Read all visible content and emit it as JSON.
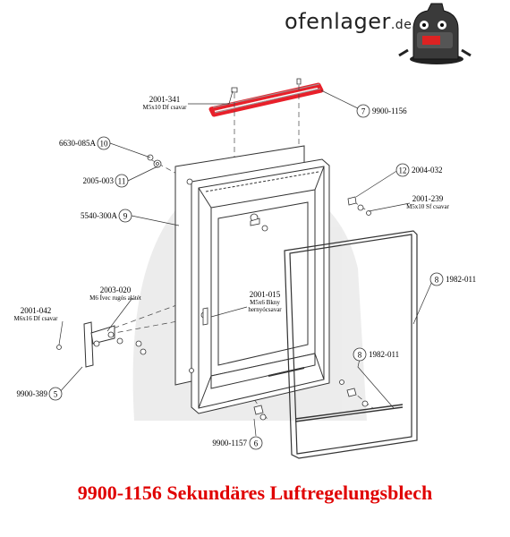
{
  "brand": {
    "name": "ofenlager",
    "tld": ".de"
  },
  "caption": "9900-1156 Sekundäres Luftregelungsblech",
  "colors": {
    "highlight": "#e8202a",
    "caption": "#e00000",
    "line": "#333333"
  },
  "callouts": [
    {
      "id": "c7",
      "number": "7",
      "code": "9900-1156"
    },
    {
      "id": "c10",
      "number": "10",
      "code": "6630-085A"
    },
    {
      "id": "c11",
      "number": "11",
      "code": "2005-003"
    },
    {
      "id": "c9",
      "number": "9",
      "code": "5540-300A"
    },
    {
      "id": "c12",
      "number": "12",
      "code": "2004-032"
    },
    {
      "id": "c8a",
      "number": "8",
      "code": "1982-011"
    },
    {
      "id": "c8b",
      "number": "8",
      "code": "1982-011"
    },
    {
      "id": "c5",
      "number": "5",
      "code": "9900-389"
    },
    {
      "id": "c6",
      "number": "6",
      "code": "9900-1157"
    }
  ],
  "labels": {
    "l2001_341": {
      "code": "2001-341",
      "desc": "M5x10 Df csavar"
    },
    "l2001_239": {
      "code": "2001-239",
      "desc": "M5x10 Sf csavar"
    },
    "l2003_020": {
      "code": "2003-020",
      "desc": "M6 Ívec rugós alátét"
    },
    "l2001_015": {
      "code": "2001-015",
      "desc1": "M5x6 Bkny",
      "desc2": "hernyócsavar"
    },
    "l2001_042": {
      "code": "2001-042",
      "desc": "M6x16 Df csavar"
    }
  }
}
